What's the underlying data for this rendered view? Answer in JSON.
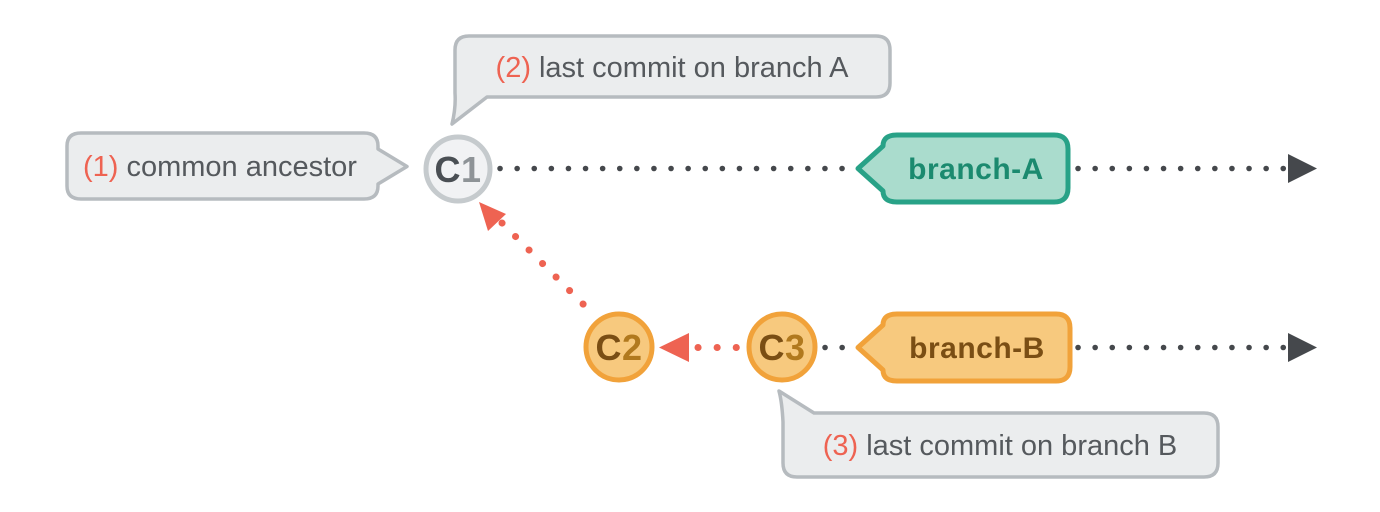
{
  "callouts": {
    "common_ancestor": {
      "number": "(1)",
      "label": "common ancestor"
    },
    "last_commit_a": {
      "number": "(2)",
      "label": "last commit on branch A"
    },
    "last_commit_b": {
      "number": "(3)",
      "label": "last commit on branch B"
    }
  },
  "commits": {
    "c1": {
      "letter": "C",
      "number": "1"
    },
    "c2": {
      "letter": "C",
      "number": "2"
    },
    "c3": {
      "letter": "C",
      "number": "3"
    }
  },
  "branches": {
    "branch_a": {
      "label": "branch-A"
    },
    "branch_b": {
      "label": "branch-B"
    }
  },
  "colors": {
    "background": "#ffffff",
    "line_dark": "#45484c",
    "accent_red": "#ee6352",
    "callout_fill": "#ebedee",
    "callout_border": "#b6bbbf",
    "callout_text": "#55595d",
    "commit_gray_fill": "#f1f2f4",
    "commit_gray_border": "#c5cacd",
    "commit_gray_letter": "#4a4f54",
    "commit_gray_digit": "#8e9397",
    "teal_fill": "#aadccd",
    "teal_border": "#28a287",
    "teal_text": "#1b8a6f",
    "orange_fill": "#f7c97e",
    "orange_border": "#f1a23a",
    "orange_letter": "#7a4e14",
    "orange_digit": "#b1791e"
  }
}
